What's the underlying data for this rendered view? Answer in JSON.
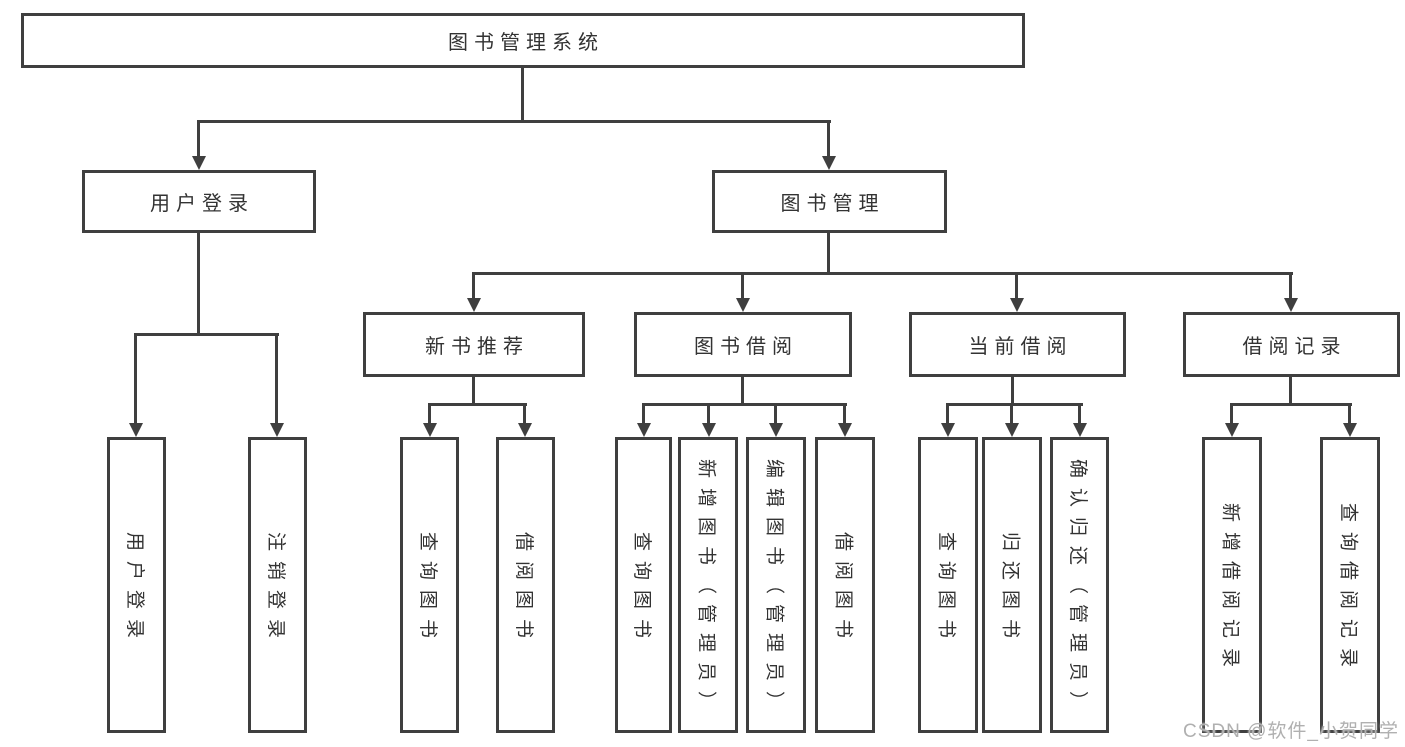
{
  "colors": {
    "line": "#3f3f3f",
    "text": "#333333",
    "watermark": "#b0b0b0",
    "background": "#ffffff"
  },
  "diagram": {
    "title": "图书管理系统",
    "level2": [
      {
        "label": "用户登录",
        "parent": "图书管理系统"
      },
      {
        "label": "图书管理",
        "parent": "图书管理系统"
      }
    ],
    "level3": [
      {
        "label": "新书推荐",
        "parent": "图书管理"
      },
      {
        "label": "图书借阅",
        "parent": "图书管理"
      },
      {
        "label": "当前借阅",
        "parent": "图书管理"
      },
      {
        "label": "借阅记录",
        "parent": "图书管理"
      }
    ],
    "leaves": [
      {
        "label": "用户登录",
        "parent": "用户登录"
      },
      {
        "label": "注销登录",
        "parent": "用户登录"
      },
      {
        "label": "查询图书",
        "parent": "新书推荐"
      },
      {
        "label": "借阅图书",
        "parent": "新书推荐"
      },
      {
        "label": "查询图书",
        "parent": "图书借阅"
      },
      {
        "label": "新增图书（管理员）",
        "parent": "图书借阅"
      },
      {
        "label": "编辑图书（管理员）",
        "parent": "图书借阅"
      },
      {
        "label": "借阅图书",
        "parent": "图书借阅"
      },
      {
        "label": "查询图书",
        "parent": "当前借阅"
      },
      {
        "label": "归还图书",
        "parent": "当前借阅"
      },
      {
        "label": "确认归还（管理员）",
        "parent": "当前借阅"
      },
      {
        "label": "新增借阅记录",
        "parent": "借阅记录"
      },
      {
        "label": "查询借阅记录",
        "parent": "借阅记录"
      }
    ]
  },
  "watermark": {
    "text": "CSDN @软件_小贺同学"
  }
}
